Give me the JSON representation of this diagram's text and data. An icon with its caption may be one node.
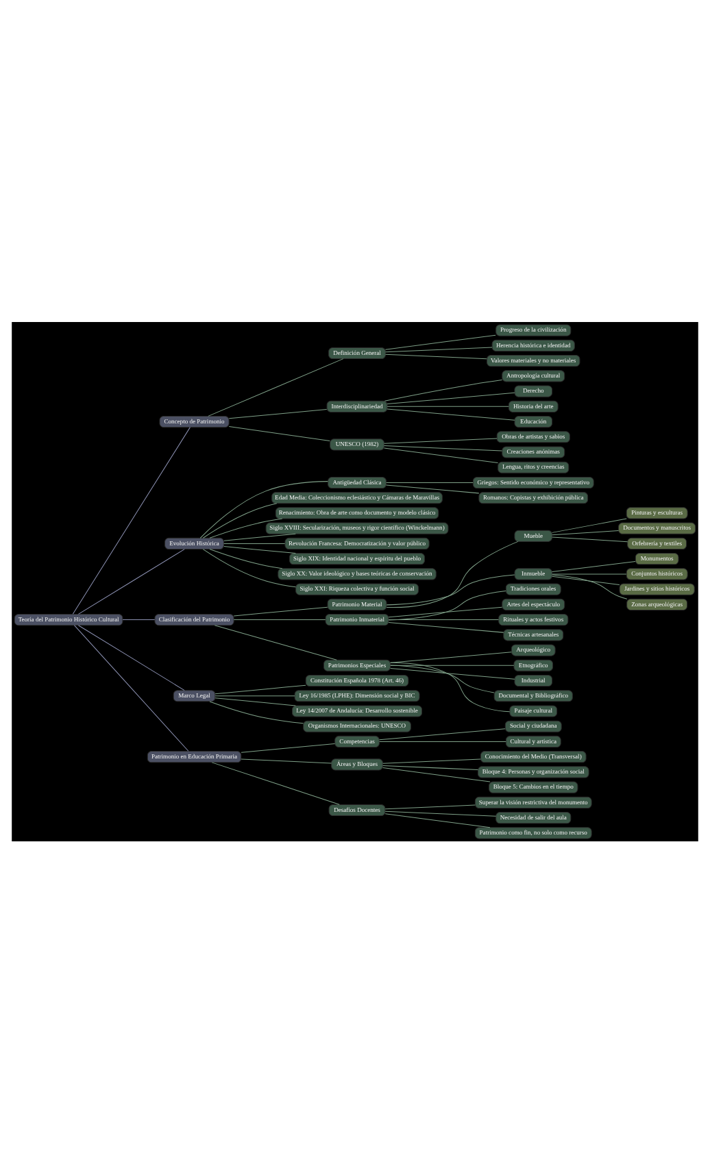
{
  "diagram": {
    "nodes": [
      {
        "text": [
          "Teoría del Patrimonio Histórico Cultural"
        ]
      },
      {
        "text": [
          "Concepto de Patrimonio"
        ]
      },
      {
        "text": [
          "Definición General"
        ]
      },
      {
        "text": [
          "Progreso de la civilización"
        ]
      },
      {
        "text": [
          "Herencia histórica e identidad"
        ]
      },
      {
        "text": [
          "Valores materiales y no materiales"
        ]
      },
      {
        "text": [
          "Interdisciplinariedad"
        ]
      },
      {
        "text": [
          "Antropología cultural"
        ]
      },
      {
        "text": [
          "Derecho"
        ]
      },
      {
        "text": [
          "Historia del arte"
        ]
      },
      {
        "text": [
          "Educación"
        ]
      },
      {
        "text": [
          "UNESCO (1982)"
        ]
      },
      {
        "text": [
          "Obras de artistas y sabios"
        ]
      },
      {
        "text": [
          "Creaciones anónimas"
        ]
      },
      {
        "text": [
          "Lengua, ritos y creencias"
        ]
      },
      {
        "text": [
          "Evolución Histórica"
        ]
      },
      {
        "text": [
          "Antigüedad Clásica"
        ]
      },
      {
        "text": [
          "Griegos: Sentido económico y representativo"
        ]
      },
      {
        "text": [
          "Romanos: Copistas y exhibición pública"
        ]
      },
      {
        "text": [
          "Edad Media: Coleccionismo eclesiástico y Cámaras de Maravillas"
        ]
      },
      {
        "text": [
          "Renacimiento: Obra de arte como documento y modelo clásico"
        ]
      },
      {
        "text": [
          "Siglo XVIII: Secularización, museos y rigor científico (Winckelmann)"
        ]
      },
      {
        "text": [
          "Revolución Francesa: Democratización y valor público"
        ]
      },
      {
        "text": [
          "Siglo XIX: Identidad nacional y espíritu del pueblo"
        ]
      },
      {
        "text": [
          "Siglo XX: Valor ideológico y bases teóricas de conservación"
        ]
      },
      {
        "text": [
          "Siglo XXI: Riqueza colectiva y función social"
        ]
      },
      {
        "text": [
          "Clasificación del Patrimonio"
        ]
      },
      {
        "text": [
          "Patrimonio Material"
        ]
      },
      {
        "text": [
          "Mueble"
        ]
      },
      {
        "text": [
          "Pinturas y esculturas"
        ]
      },
      {
        "text": [
          "Documentos y manuscritos"
        ]
      },
      {
        "text": [
          "Orfebrería y textiles"
        ]
      },
      {
        "text": [
          "Inmueble"
        ]
      },
      {
        "text": [
          "Monumentos"
        ]
      },
      {
        "text": [
          "Conjuntos históricos"
        ]
      },
      {
        "text": [
          "Jardines y sitios históricos"
        ]
      },
      {
        "text": [
          "Zonas arqueológicas"
        ]
      },
      {
        "text": [
          "Patrimonio Inmaterial"
        ]
      },
      {
        "text": [
          "Tradiciones orales"
        ]
      },
      {
        "text": [
          "Artes del espectáculo"
        ]
      },
      {
        "text": [
          "Rituales y actos festivos"
        ]
      },
      {
        "text": [
          "Técnicas artesanales"
        ]
      },
      {
        "text": [
          "Patrimonios Especiales"
        ]
      },
      {
        "text": [
          "Arqueológico"
        ]
      },
      {
        "text": [
          "Etnográfico"
        ]
      },
      {
        "text": [
          "Industrial"
        ]
      },
      {
        "text": [
          "Documental y Bibliográfico"
        ]
      },
      {
        "text": [
          "Paisaje cultural"
        ]
      },
      {
        "text": [
          "Marco Legal"
        ]
      },
      {
        "text": [
          "Constitución Española 1978 (Art. 46)"
        ]
      },
      {
        "text": [
          "Ley 16/1985 (LPHE): Dimensión social y BIC"
        ]
      },
      {
        "text": [
          "Ley 14/2007 de Andalucía: Desarrollo sostenible"
        ]
      },
      {
        "text": [
          "Organismos Internacionales: UNESCO"
        ]
      },
      {
        "text": [
          "Patrimonio en Educación Primaria"
        ]
      },
      {
        "text": [
          "Competencias"
        ]
      },
      {
        "text": [
          "Social y ciudadana"
        ]
      },
      {
        "text": [
          "Cultural y artística"
        ]
      },
      {
        "text": [
          "Áreas y Bloques"
        ]
      },
      {
        "text": [
          "Conocimiento del Medio (Transversal)"
        ]
      },
      {
        "text": [
          "Bloque 4: Personas y organización social"
        ]
      },
      {
        "text": [
          "Bloque 5: Cambios en el tiempo"
        ]
      },
      {
        "text": [
          "Desafíos Docentes"
        ]
      },
      {
        "text": [
          "Superar la visión restrictiva del monumento"
        ]
      },
      {
        "text": [
          "Necesidad de salir del aula"
        ]
      },
      {
        "text": [
          "Patrimonio como fin, no solo como recurso"
        ]
      }
    ],
    "edges": [
      {
        "from": 0,
        "to": 1,
        "arrow": "none",
        "color": "#8a8fb0"
      },
      {
        "from": 1,
        "to": 2,
        "arrow": "none"
      },
      {
        "from": 2,
        "to": 3,
        "arrow": "none"
      },
      {
        "from": 2,
        "to": 4,
        "arrow": "none"
      },
      {
        "from": 2,
        "to": 5,
        "arrow": "none"
      },
      {
        "from": 1,
        "to": 6,
        "arrow": "none"
      },
      {
        "from": 6,
        "to": 7,
        "arrow": "none"
      },
      {
        "from": 6,
        "to": 8,
        "arrow": "none"
      },
      {
        "from": 6,
        "to": 9,
        "arrow": "none"
      },
      {
        "from": 6,
        "to": 10,
        "arrow": "none"
      },
      {
        "from": 1,
        "to": 11,
        "arrow": "none"
      },
      {
        "from": 11,
        "to": 12,
        "arrow": "none"
      },
      {
        "from": 11,
        "to": 13,
        "arrow": "none"
      },
      {
        "from": 11,
        "to": 14,
        "arrow": "none"
      },
      {
        "from": 0,
        "to": 15,
        "arrow": "none",
        "color": "#8a8fb0"
      },
      {
        "from": 15,
        "to": 16,
        "arrow": "none"
      },
      {
        "from": 16,
        "to": 17,
        "arrow": "none"
      },
      {
        "from": 16,
        "to": 18,
        "arrow": "none"
      },
      {
        "from": 15,
        "to": 19,
        "arrow": "none"
      },
      {
        "from": 15,
        "to": 20,
        "arrow": "none"
      },
      {
        "from": 15,
        "to": 21,
        "arrow": "none"
      },
      {
        "from": 15,
        "to": 22,
        "arrow": "none"
      },
      {
        "from": 15,
        "to": 23,
        "arrow": "none"
      },
      {
        "from": 15,
        "to": 24,
        "arrow": "none"
      },
      {
        "from": 15,
        "to": 25,
        "arrow": "none"
      },
      {
        "from": 0,
        "to": 26,
        "arrow": "none",
        "color": "#8a8fb0"
      },
      {
        "from": 26,
        "to": 27,
        "arrow": "none"
      },
      {
        "from": 27,
        "to": 28,
        "arrow": "none"
      },
      {
        "from": 28,
        "to": 29,
        "arrow": "none"
      },
      {
        "from": 28,
        "to": 30,
        "arrow": "none"
      },
      {
        "from": 28,
        "to": 31,
        "arrow": "none"
      },
      {
        "from": 27,
        "to": 32,
        "arrow": "none"
      },
      {
        "from": 32,
        "to": 33,
        "arrow": "none"
      },
      {
        "from": 32,
        "to": 34,
        "arrow": "none"
      },
      {
        "from": 32,
        "to": 35,
        "arrow": "none"
      },
      {
        "from": 32,
        "to": 36,
        "arrow": "none"
      },
      {
        "from": 26,
        "to": 37,
        "arrow": "none"
      },
      {
        "from": 37,
        "to": 38,
        "arrow": "none"
      },
      {
        "from": 37,
        "to": 39,
        "arrow": "none"
      },
      {
        "from": 37,
        "to": 40,
        "arrow": "none"
      },
      {
        "from": 37,
        "to": 41,
        "arrow": "none"
      },
      {
        "from": 26,
        "to": 42,
        "arrow": "none"
      },
      {
        "from": 42,
        "to": 43,
        "arrow": "none"
      },
      {
        "from": 42,
        "to": 44,
        "arrow": "none"
      },
      {
        "from": 42,
        "to": 45,
        "arrow": "none"
      },
      {
        "from": 42,
        "to": 46,
        "arrow": "none"
      },
      {
        "from": 42,
        "to": 47,
        "arrow": "none"
      },
      {
        "from": 0,
        "to": 48,
        "arrow": "none",
        "color": "#8a8fb0"
      },
      {
        "from": 48,
        "to": 49,
        "arrow": "none"
      },
      {
        "from": 48,
        "to": 50,
        "arrow": "none"
      },
      {
        "from": 48,
        "to": 51,
        "arrow": "none"
      },
      {
        "from": 48,
        "to": 52,
        "arrow": "none"
      },
      {
        "from": 0,
        "to": 53,
        "arrow": "none",
        "color": "#8a8fb0"
      },
      {
        "from": 53,
        "to": 54,
        "arrow": "none"
      },
      {
        "from": 54,
        "to": 55,
        "arrow": "none"
      },
      {
        "from": 54,
        "to": 56,
        "arrow": "none"
      },
      {
        "from": 53,
        "to": 57,
        "arrow": "none"
      },
      {
        "from": 57,
        "to": 58,
        "arrow": "none"
      },
      {
        "from": 57,
        "to": 59,
        "arrow": "none"
      },
      {
        "from": 57,
        "to": 60,
        "arrow": "none"
      },
      {
        "from": 53,
        "to": 61,
        "arrow": "none"
      },
      {
        "from": 61,
        "to": 62,
        "arrow": "none"
      },
      {
        "from": 61,
        "to": 63,
        "arrow": "none"
      },
      {
        "from": 61,
        "to": 64,
        "arrow": "none"
      }
    ]
  }
}
